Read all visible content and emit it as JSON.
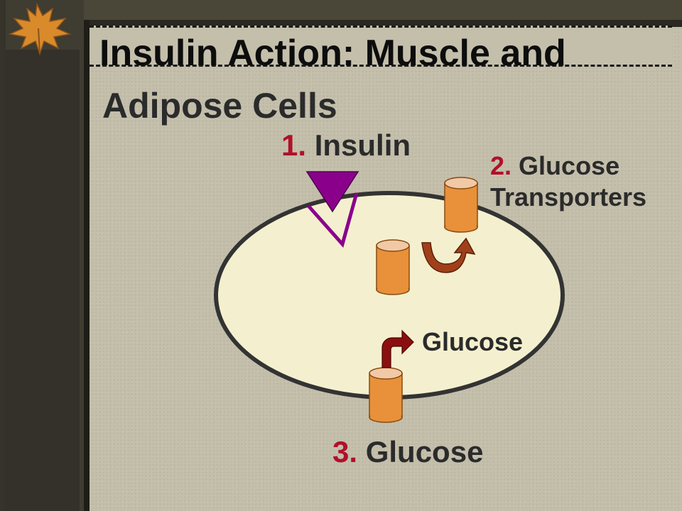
{
  "title": {
    "line1": "Insulin Action: Muscle and",
    "line2": "Adipose Cells"
  },
  "labels": {
    "insulin": {
      "number": "1.",
      "text": "Insulin"
    },
    "transporters": {
      "number": "2.",
      "line1": "Glucose",
      "line2": "Transporters"
    },
    "glucose_inside": "Glucose",
    "glucose_outside": {
      "number": "3.",
      "text": "Glucose"
    }
  },
  "colors": {
    "number_accent": "#b0102a",
    "insulin": "#8b008b",
    "transporter": "#e8913a",
    "transporter_top": "#f2c9a6",
    "cell": "#f4f0cf",
    "arrow_recycle": "#a0401a",
    "arrow_glucose": "#8b0f0f"
  }
}
